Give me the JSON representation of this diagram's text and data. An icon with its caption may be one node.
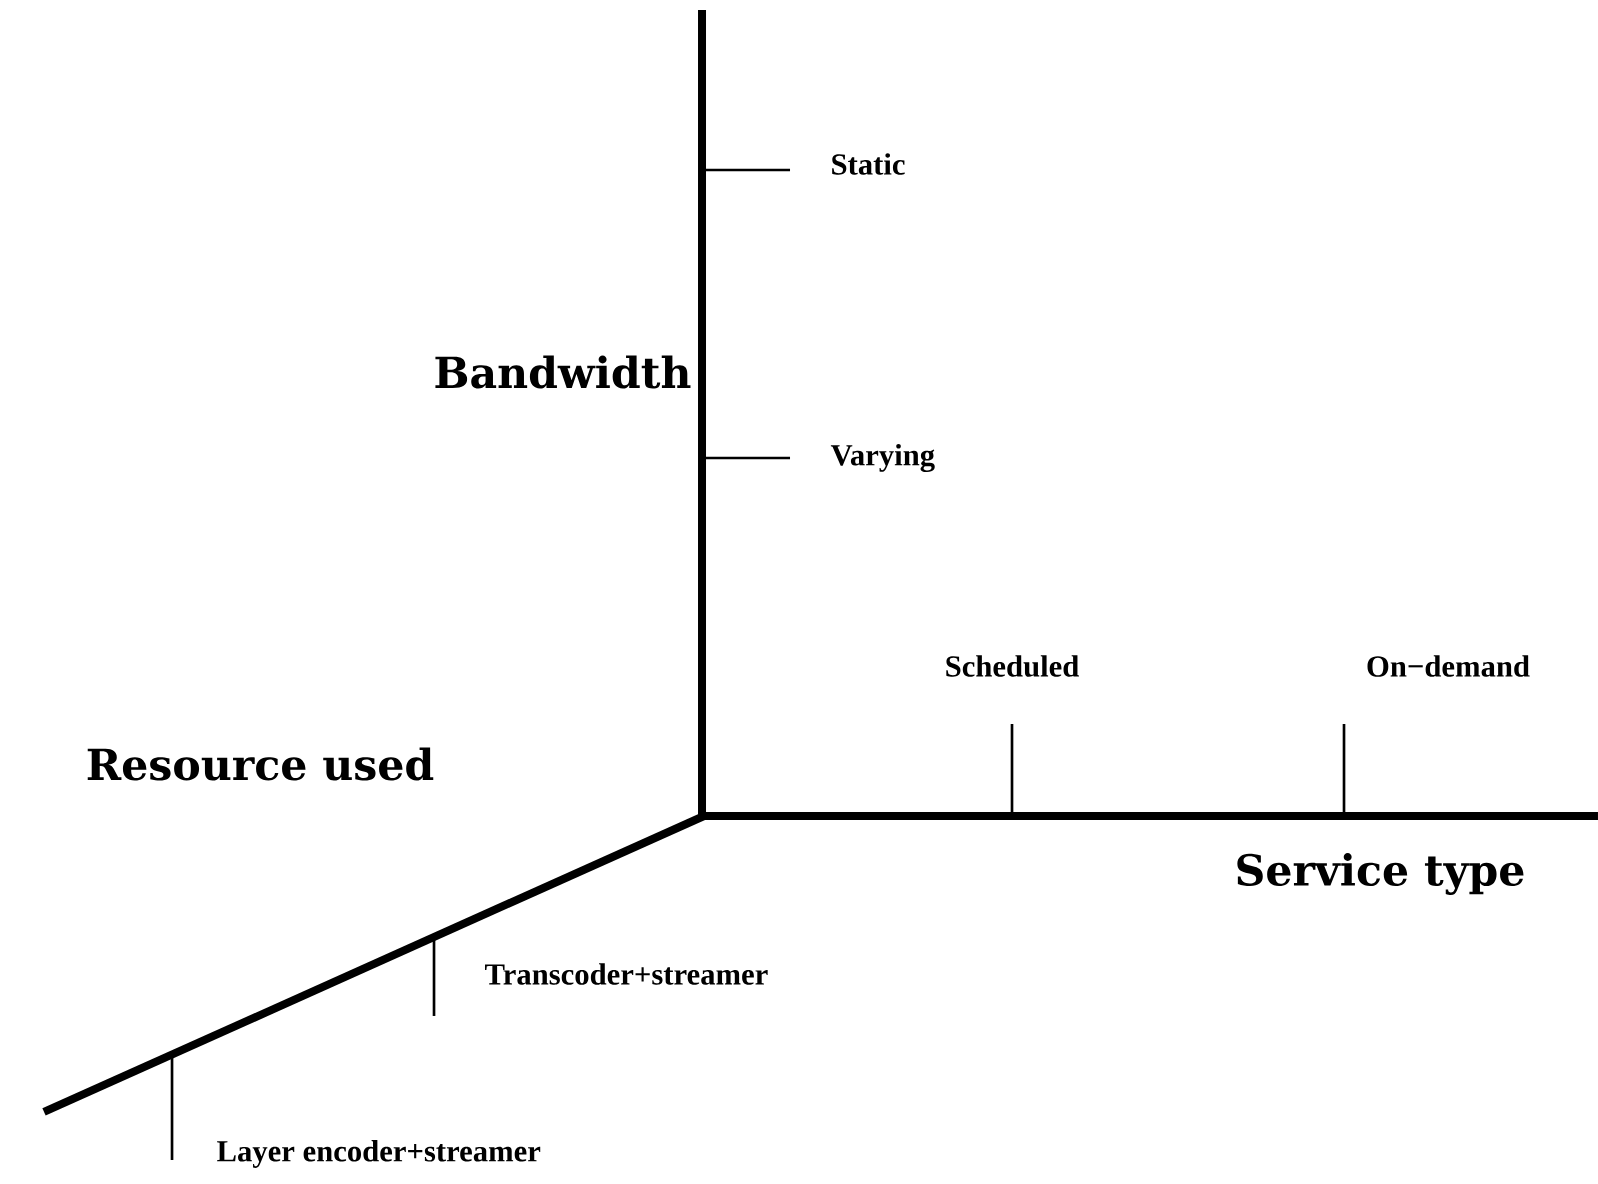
{
  "diagram": {
    "labels": [
      "Static",
      "Bandwidth",
      "Varying",
      "Scheduled",
      "On−demand",
      "Resource used",
      "Service type",
      "Transcoder+streamer",
      "Layer encoder+streamer"
    ]
  }
}
